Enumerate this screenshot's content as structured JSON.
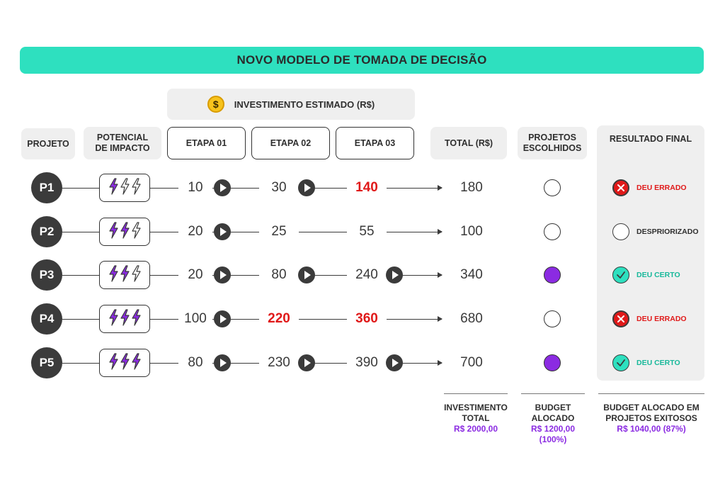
{
  "title": "NOVO MODELO DE TOMADA DE DECISÃO",
  "investment_header": {
    "icon": "dollar-coin-icon",
    "label": "INVESTIMENTO ESTIMADO (R$)",
    "icon_text": "$"
  },
  "headers": {
    "projeto": "PROJETO",
    "potencial": "POTENCIAL DE IMPACTO",
    "etapa1": "ETAPA 01",
    "etapa2": "ETAPA 02",
    "etapa3": "ETAPA 03",
    "total": "TOTAL (R$)",
    "escolhidos": "PROJETOS ESCOLHIDOS",
    "resultado": "RESULTADO FINAL"
  },
  "rows": [
    {
      "id": "P1",
      "impact": 1,
      "e1": "10",
      "e2": "30",
      "e3": "140",
      "e2_red": false,
      "e3_red": true,
      "play1": true,
      "play2": true,
      "play3": false,
      "total": "180",
      "chosen": false,
      "result": "DEU ERRADO",
      "result_type": "err"
    },
    {
      "id": "P2",
      "impact": 2,
      "e1": "20",
      "e2": "25",
      "e3": "55",
      "e2_red": false,
      "e3_red": false,
      "play1": true,
      "play2": false,
      "play3": false,
      "total": "100",
      "chosen": false,
      "result": "DESPRIORIZADO",
      "result_type": "dep"
    },
    {
      "id": "P3",
      "impact": 2,
      "e1": "20",
      "e2": "80",
      "e3": "240",
      "e2_red": false,
      "e3_red": false,
      "play1": true,
      "play2": true,
      "play3": true,
      "total": "340",
      "chosen": true,
      "result": "DEU CERTO",
      "result_type": "ok"
    },
    {
      "id": "P4",
      "impact": 3,
      "e1": "100",
      "e2": "220",
      "e3": "360",
      "e2_red": true,
      "e3_red": true,
      "play1": true,
      "play2": false,
      "play3": false,
      "total": "680",
      "chosen": false,
      "result": "DEU ERRADO",
      "result_type": "err"
    },
    {
      "id": "P5",
      "impact": 3,
      "e1": "80",
      "e2": "230",
      "e3": "390",
      "e2_red": false,
      "e3_red": false,
      "play1": true,
      "play2": true,
      "play3": true,
      "total": "700",
      "chosen": true,
      "result": "DEU CERTO",
      "result_type": "ok"
    }
  ],
  "summary": {
    "investimento": {
      "label": "INVESTIMENTO TOTAL",
      "value": "R$ 2000,00"
    },
    "budget": {
      "label": "BUDGET ALOCADO",
      "value": "R$ 1200,00 (100%)"
    },
    "exitosos": {
      "label": "BUDGET ALOCADO EM PROJETOS EXITOSOS",
      "value": "R$ 1040,00 (87%)"
    }
  },
  "colors": {
    "accent": "#2ee0bf",
    "purple": "#8b2be2",
    "red": "#e01919",
    "dark": "#3b3b3b",
    "panel": "#efefef"
  }
}
